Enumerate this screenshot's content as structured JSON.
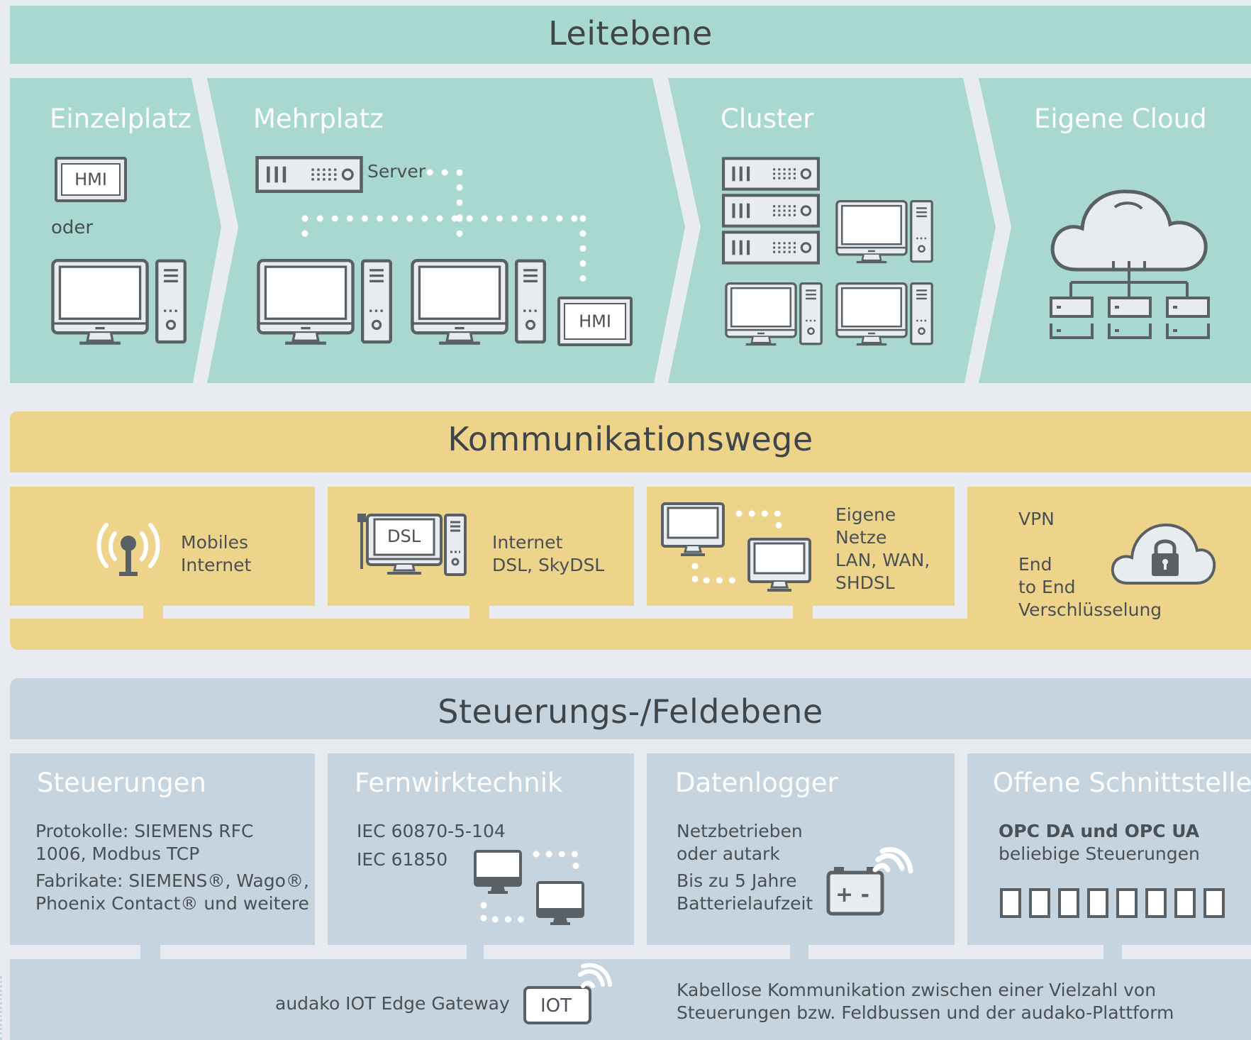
{
  "leitebene": {
    "title": "Leitebene",
    "columns": [
      {
        "title": "Einzelplatz",
        "hmi_label": "HMI",
        "or_label": "oder"
      },
      {
        "title": "Mehrplatz",
        "server_label": "Server",
        "hmi_label": "HMI"
      },
      {
        "title": "Cluster"
      },
      {
        "title": "Eigene Cloud"
      }
    ]
  },
  "kommunikationswege": {
    "title": "Kommunikationswege",
    "items": [
      {
        "lines": [
          "Mobiles",
          "Internet"
        ],
        "icon": "antenna-icon"
      },
      {
        "lines": [
          "Internet",
          "DSL, SkyDSL"
        ],
        "device_label": "DSL",
        "icon": "dsl-computer-icon"
      },
      {
        "lines": [
          "Eigene",
          "Netze",
          "LAN, WAN,",
          "SHDSL"
        ],
        "icon": "network-computers-icon"
      },
      {
        "lines": [
          "VPN",
          "",
          "End",
          "to End",
          "Verschlüsselung"
        ],
        "icon": "lock-cloud-icon"
      }
    ]
  },
  "feldebene": {
    "title": "Steuerungs-/Feldebene",
    "columns": [
      {
        "title": "Steuerungen",
        "line1": "Protokolle: SIEMENS RFC",
        "line2": "1006, Modbus TCP",
        "line3": "Fabrikate: SIEMENS®, Wago®,",
        "line4": "Phoenix Contact® und weitere"
      },
      {
        "title": "Fernwirktechnik",
        "line1": "IEC 60870-5-104",
        "line2": "IEC 61850"
      },
      {
        "title": "Datenlogger",
        "line1": "Netzbetrieben",
        "line2": "oder autark",
        "line3": "Bis zu 5 Jahre",
        "line4": "Batterielaufzeit",
        "battery_label": "+ -"
      },
      {
        "title": "Offene Schnittstelle",
        "bold": "OPC DA und OPC UA",
        "line2": "beliebige Steuerungen"
      }
    ],
    "gateway": {
      "label": "audako IOT Edge Gateway",
      "device_label": "IOT",
      "desc_line1": "Kabellose Kommunikation zwischen einer Vielzahl von",
      "desc_line2": "Steuerungen bzw. Feldbussen und der audako-Plattform"
    }
  },
  "colors": {
    "teal": "#a8d8cf",
    "yellow": "#edd48a",
    "blue": "#c5d4de",
    "icon": "#5a6166",
    "text": "#4a5055"
  }
}
